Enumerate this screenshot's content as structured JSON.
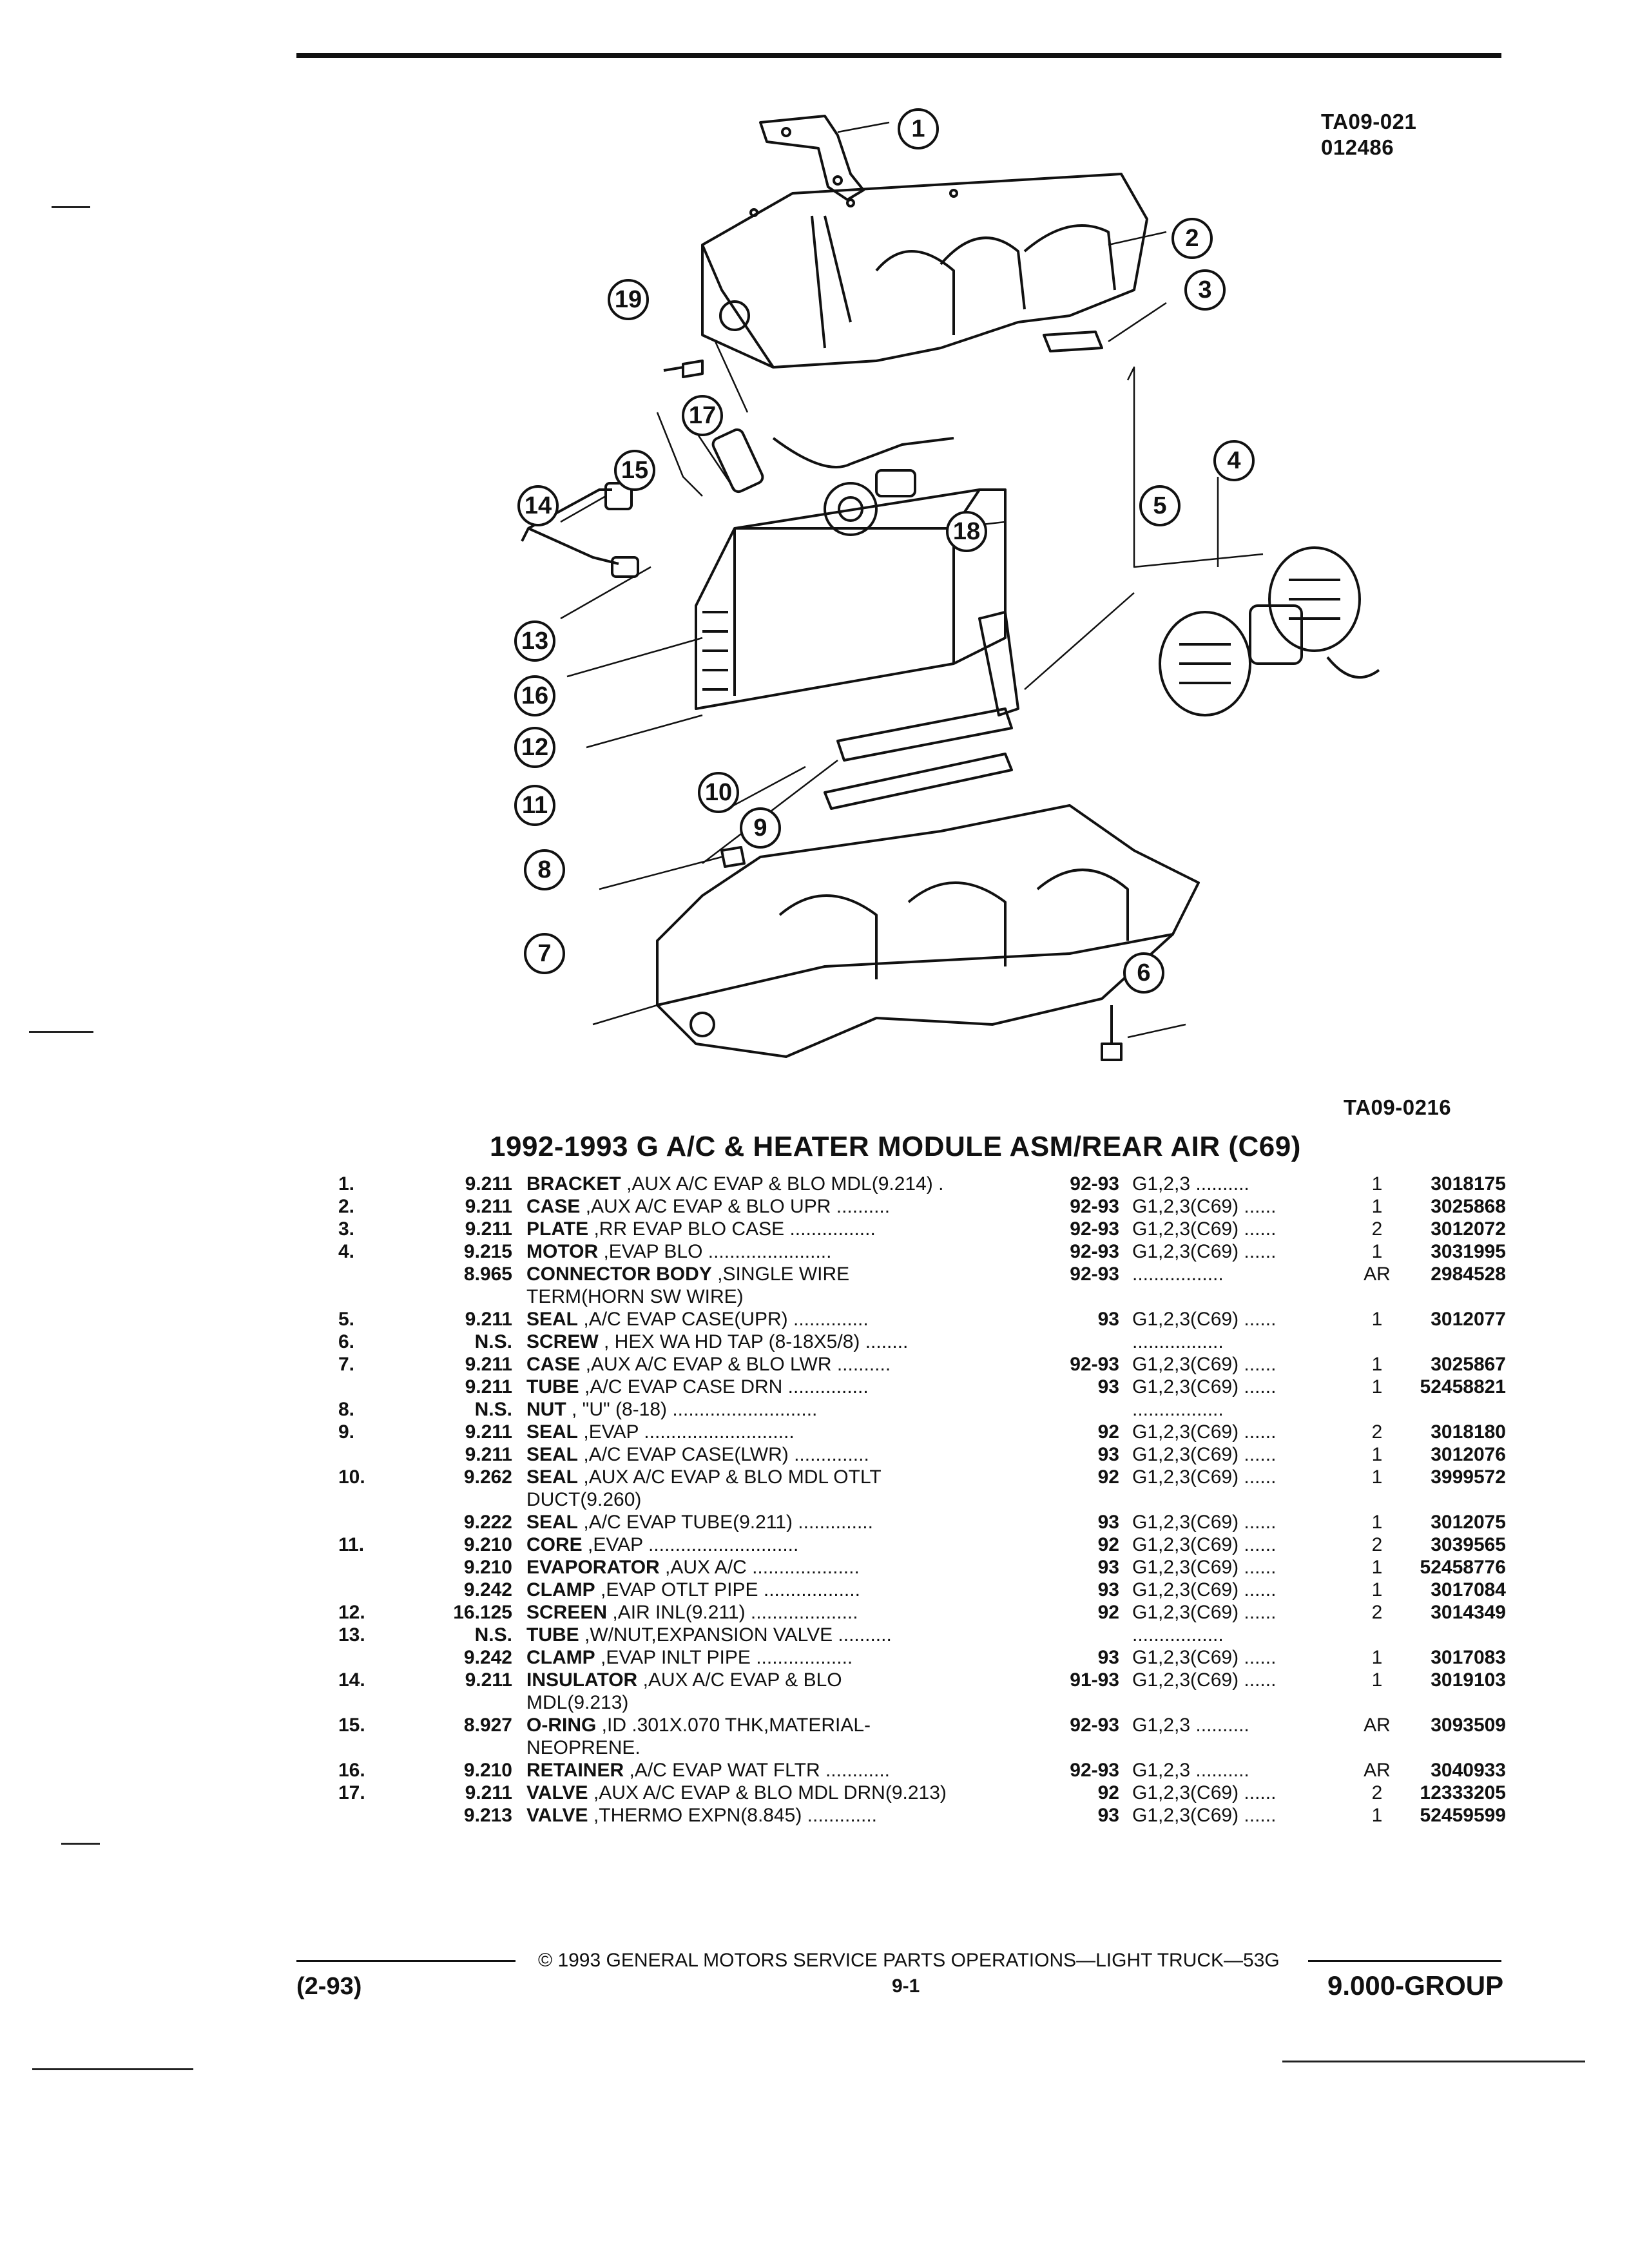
{
  "page": {
    "ref_code_1": "TA09-021",
    "ref_code_2": "012486",
    "figure_code": "TA09-0216",
    "title": "1992-1993 G A/C & HEATER MODULE ASM/REAR AIR (C69)"
  },
  "callouts": [
    "1",
    "2",
    "3",
    "4",
    "5",
    "6",
    "7",
    "8",
    "9",
    "10",
    "11",
    "12",
    "13",
    "14",
    "15",
    "16",
    "17",
    "18",
    "19"
  ],
  "parts": [
    {
      "idx": "1.",
      "grp": "9.211",
      "name": "BRACKET",
      "desc": ",AUX A/C EVAP & BLO MDL(9.214) .",
      "yr": "92-93",
      "mdl": "G1,2,3 ..........",
      "qty": "1",
      "pn": "3018175"
    },
    {
      "idx": "2.",
      "grp": "9.211",
      "name": "CASE",
      "desc": ",AUX A/C EVAP & BLO UPR ..........",
      "yr": "92-93",
      "mdl": "G1,2,3(C69) ......",
      "qty": "1",
      "pn": "3025868"
    },
    {
      "idx": "3.",
      "grp": "9.211",
      "name": "PLATE",
      "desc": ",RR EVAP BLO CASE ................",
      "yr": "92-93",
      "mdl": "G1,2,3(C69) ......",
      "qty": "2",
      "pn": "3012072"
    },
    {
      "idx": "4.",
      "grp": "9.215",
      "name": "MOTOR",
      "desc": ",EVAP BLO .......................",
      "yr": "92-93",
      "mdl": "G1,2,3(C69) ......",
      "qty": "1",
      "pn": "3031995"
    },
    {
      "idx": "",
      "grp": "8.965",
      "name": "CONNECTOR BODY",
      "desc": ",SINGLE WIRE",
      "yr": "92-93",
      "mdl": ".................",
      "qty": "AR",
      "pn": "2984528"
    },
    {
      "idx": "",
      "grp": "",
      "name": "",
      "desc": "TERM(HORN SW WIRE)",
      "yr": "",
      "mdl": "",
      "qty": "",
      "pn": ""
    },
    {
      "idx": "5.",
      "grp": "9.211",
      "name": "SEAL",
      "desc": ",A/C EVAP CASE(UPR) ..............",
      "yr": "93",
      "mdl": "G1,2,3(C69) ......",
      "qty": "1",
      "pn": "3012077"
    },
    {
      "idx": "6.",
      "grp": "N.S.",
      "name": "SCREW",
      "desc": ", HEX WA HD TAP (8-18X5/8) ........",
      "yr": "",
      "mdl": ".................",
      "qty": "",
      "pn": ""
    },
    {
      "idx": "7.",
      "grp": "9.211",
      "name": "CASE",
      "desc": ",AUX A/C EVAP & BLO LWR ..........",
      "yr": "92-93",
      "mdl": "G1,2,3(C69) ......",
      "qty": "1",
      "pn": "3025867"
    },
    {
      "idx": "",
      "grp": "9.211",
      "name": "TUBE",
      "desc": ",A/C EVAP CASE DRN ...............",
      "yr": "93",
      "mdl": "G1,2,3(C69) ......",
      "qty": "1",
      "pn": "52458821"
    },
    {
      "idx": "8.",
      "grp": "N.S.",
      "name": "NUT",
      "desc": ", \"U\" (8-18) ...........................",
      "yr": "",
      "mdl": ".................",
      "qty": "",
      "pn": ""
    },
    {
      "idx": "9.",
      "grp": "9.211",
      "name": "SEAL",
      "desc": ",EVAP ............................",
      "yr": "92",
      "mdl": "G1,2,3(C69) ......",
      "qty": "2",
      "pn": "3018180"
    },
    {
      "idx": "",
      "grp": "9.211",
      "name": "SEAL",
      "desc": ",A/C EVAP CASE(LWR) ..............",
      "yr": "93",
      "mdl": "G1,2,3(C69) ......",
      "qty": "1",
      "pn": "3012076"
    },
    {
      "idx": "10.",
      "grp": "9.262",
      "name": "SEAL",
      "desc": ",AUX A/C EVAP & BLO MDL OTLT",
      "yr": "92",
      "mdl": "G1,2,3(C69) ......",
      "qty": "1",
      "pn": "3999572"
    },
    {
      "idx": "",
      "grp": "",
      "name": "",
      "desc": "DUCT(9.260)",
      "yr": "",
      "mdl": "",
      "qty": "",
      "pn": ""
    },
    {
      "idx": "",
      "grp": "9.222",
      "name": "SEAL",
      "desc": ",A/C EVAP TUBE(9.211) ..............",
      "yr": "93",
      "mdl": "G1,2,3(C69) ......",
      "qty": "1",
      "pn": "3012075"
    },
    {
      "idx": "11.",
      "grp": "9.210",
      "name": "CORE",
      "desc": ",EVAP ............................",
      "yr": "92",
      "mdl": "G1,2,3(C69) ......",
      "qty": "2",
      "pn": "3039565"
    },
    {
      "idx": "",
      "grp": "9.210",
      "name": "EVAPORATOR",
      "desc": ",AUX A/C ....................",
      "yr": "93",
      "mdl": "G1,2,3(C69) ......",
      "qty": "1",
      "pn": "52458776"
    },
    {
      "idx": "",
      "grp": "9.242",
      "name": "CLAMP",
      "desc": ",EVAP OTLT PIPE ..................",
      "yr": "93",
      "mdl": "G1,2,3(C69) ......",
      "qty": "1",
      "pn": "3017084"
    },
    {
      "idx": "12.",
      "grp": "16.125",
      "name": "SCREEN",
      "desc": ",AIR INL(9.211) ....................",
      "yr": "92",
      "mdl": "G1,2,3(C69) ......",
      "qty": "2",
      "pn": "3014349"
    },
    {
      "idx": "13.",
      "grp": "N.S.",
      "name": "TUBE",
      "desc": ",W/NUT,EXPANSION VALVE ..........",
      "yr": "",
      "mdl": ".................",
      "qty": "",
      "pn": ""
    },
    {
      "idx": "",
      "grp": "9.242",
      "name": "CLAMP",
      "desc": ",EVAP INLT PIPE ..................",
      "yr": "93",
      "mdl": "G1,2,3(C69) ......",
      "qty": "1",
      "pn": "3017083"
    },
    {
      "idx": "14.",
      "grp": "9.211",
      "name": "INSULATOR",
      "desc": ",AUX A/C EVAP & BLO",
      "yr": "91-93",
      "mdl": "G1,2,3(C69) ......",
      "qty": "1",
      "pn": "3019103"
    },
    {
      "idx": "",
      "grp": "",
      "name": "",
      "desc": "MDL(9.213)",
      "yr": "",
      "mdl": "",
      "qty": "",
      "pn": ""
    },
    {
      "idx": "15.",
      "grp": "8.927",
      "name": "O-RING",
      "desc": ",ID .301X.070 THK,MATERIAL-",
      "yr": "92-93",
      "mdl": "G1,2,3 ..........",
      "qty": "AR",
      "pn": "3093509"
    },
    {
      "idx": "",
      "grp": "",
      "name": "",
      "desc": "NEOPRENE.",
      "yr": "",
      "mdl": "",
      "qty": "",
      "pn": ""
    },
    {
      "idx": "16.",
      "grp": "9.210",
      "name": "RETAINER",
      "desc": ",A/C EVAP WAT FLTR ............",
      "yr": "92-93",
      "mdl": "G1,2,3 ..........",
      "qty": "AR",
      "pn": "3040933"
    },
    {
      "idx": "17.",
      "grp": "9.211",
      "name": "VALVE",
      "desc": ",AUX A/C EVAP & BLO MDL DRN(9.213)",
      "yr": "92",
      "mdl": "G1,2,3(C69) ......",
      "qty": "2",
      "pn": "12333205"
    },
    {
      "idx": "",
      "grp": "9.213",
      "name": "VALVE",
      "desc": ",THERMO EXPN(8.845) .............",
      "yr": "93",
      "mdl": "G1,2,3(C69) ......",
      "qty": "1",
      "pn": "52459599"
    }
  ],
  "footer": {
    "copyright": "© 1993 GENERAL MOTORS SERVICE PARTS OPERATIONS—LIGHT TRUCK—53G",
    "date": "(2-93)",
    "page_number": "9-1",
    "group": "9.000-GROUP"
  }
}
